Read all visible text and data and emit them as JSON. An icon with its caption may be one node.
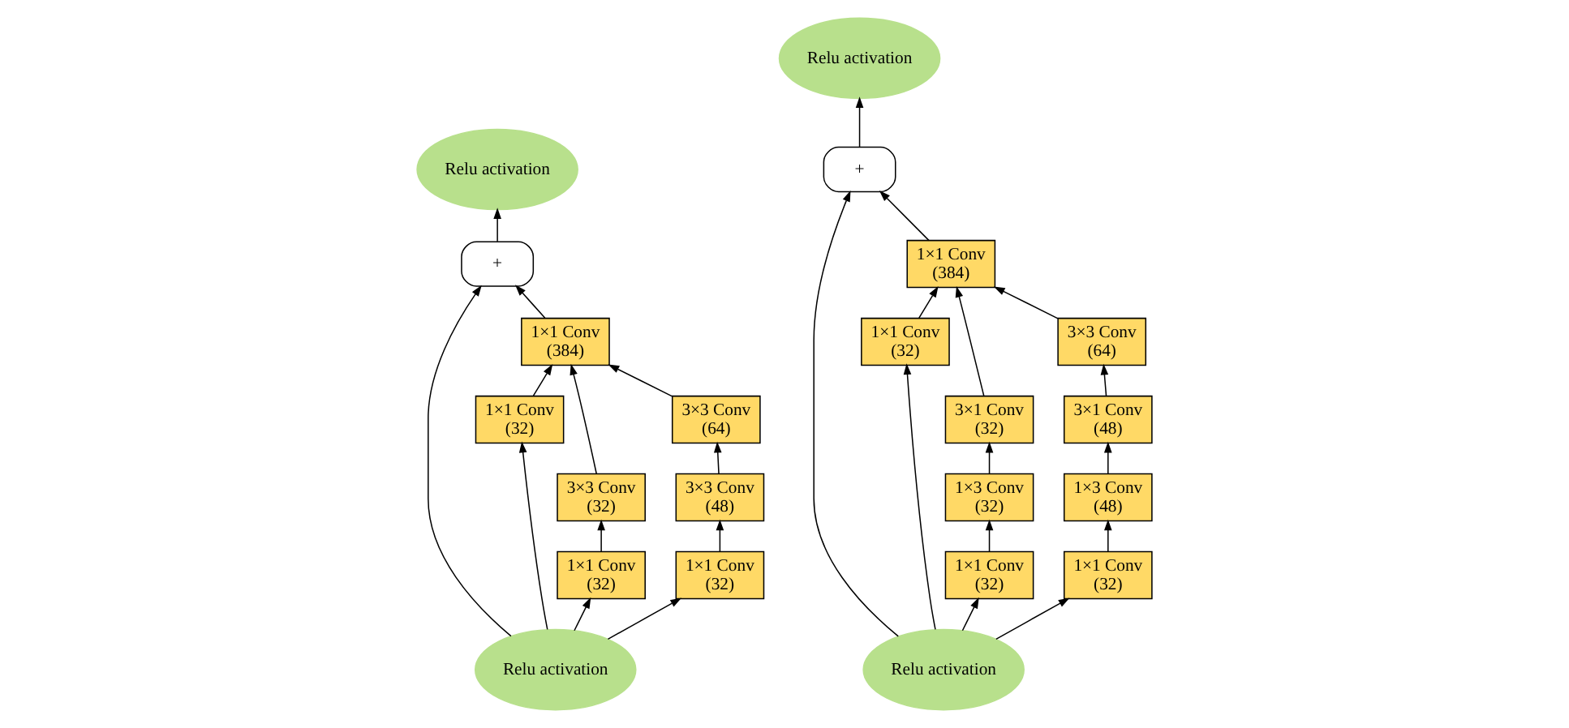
{
  "diagram": {
    "nodes": [
      {
        "text": [
          "Relu activation"
        ]
      },
      {
        "text": [
          "+"
        ]
      },
      {
        "text": [
          "1×1 Conv (384)"
        ]
      },
      {
        "text": [
          "1×1 Conv (32)"
        ]
      },
      {
        "text": [
          "3×3 Conv (64)"
        ]
      },
      {
        "text": [
          "3×3 Conv (32)"
        ]
      },
      {
        "text": [
          "3×3 Conv (48)"
        ]
      },
      {
        "text": [
          "1×1 Conv (32)"
        ]
      },
      {
        "text": [
          "1×1 Conv (32)"
        ]
      },
      {
        "text": [
          "Relu activation"
        ]
      },
      {
        "text": [
          "Relu activation"
        ]
      },
      {
        "text": [
          "+"
        ]
      },
      {
        "text": [
          "1×1 Conv (384)"
        ]
      },
      {
        "text": [
          "3×3 Conv (64)"
        ]
      },
      {
        "text": [
          "1×1 Conv (32)"
        ]
      },
      {
        "text": [
          "3×1 Conv (32)"
        ]
      },
      {
        "text": [
          "3×1 Conv (48)"
        ]
      },
      {
        "text": [
          "1×3 Conv (32)"
        ]
      },
      {
        "text": [
          "1×3 Conv (48)"
        ]
      },
      {
        "text": [
          "1×1 Conv (32)"
        ]
      },
      {
        "text": [
          "1×1 Conv (32)"
        ]
      },
      {
        "text": [
          "Relu activation"
        ]
      }
    ],
    "edges": [
      {
        "from": 9,
        "to": 1,
        "arrow": "to"
      },
      {
        "from": 1,
        "to": 0,
        "arrow": "to"
      },
      {
        "from": 2,
        "to": 1,
        "arrow": "to"
      },
      {
        "from": 3,
        "to": 2,
        "arrow": "to"
      },
      {
        "from": 5,
        "to": 2,
        "arrow": "to"
      },
      {
        "from": 4,
        "to": 2,
        "arrow": "to"
      },
      {
        "from": 7,
        "to": 5,
        "arrow": "to"
      },
      {
        "from": 6,
        "to": 4,
        "arrow": "to"
      },
      {
        "from": 8,
        "to": 6,
        "arrow": "to"
      },
      {
        "from": 9,
        "to": 3,
        "arrow": "to"
      },
      {
        "from": 9,
        "to": 7,
        "arrow": "to"
      },
      {
        "from": 9,
        "to": 8,
        "arrow": "to"
      },
      {
        "from": 21,
        "to": 11,
        "arrow": "to"
      },
      {
        "from": 11,
        "to": 10,
        "arrow": "to"
      },
      {
        "from": 12,
        "to": 11,
        "arrow": "to"
      },
      {
        "from": 14,
        "to": 12,
        "arrow": "to"
      },
      {
        "from": 15,
        "to": 12,
        "arrow": "to"
      },
      {
        "from": 13,
        "to": 12,
        "arrow": "to"
      },
      {
        "from": 17,
        "to": 15,
        "arrow": "to"
      },
      {
        "from": 19,
        "to": 17,
        "arrow": "to"
      },
      {
        "from": 16,
        "to": 13,
        "arrow": "to"
      },
      {
        "from": 18,
        "to": 16,
        "arrow": "to"
      },
      {
        "from": 20,
        "to": 18,
        "arrow": "to"
      },
      {
        "from": 21,
        "to": 14,
        "arrow": "to"
      },
      {
        "from": 21,
        "to": 19,
        "arrow": "to"
      },
      {
        "from": 21,
        "to": 20,
        "arrow": "to"
      }
    ]
  }
}
